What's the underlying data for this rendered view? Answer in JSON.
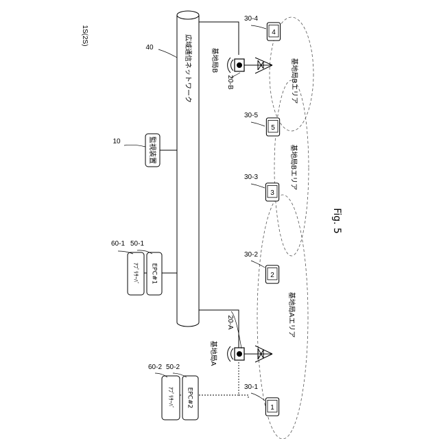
{
  "system_label": "1S(2S)",
  "figure_caption": "Fig. 5",
  "network": {
    "ref": "40",
    "label": "広域通信ネットワーク"
  },
  "monitor": {
    "ref": "10",
    "label": "監視装置"
  },
  "epc1": {
    "ref": "50-1",
    "label": "EPC#1"
  },
  "app_server1": {
    "ref": "60-1",
    "label": "ｱﾌﾟﾘｻｰﾊﾞ"
  },
  "epc2": {
    "ref": "50-2",
    "label": "EPC#2"
  },
  "app_server2": {
    "ref": "60-2",
    "label": "ｱﾌﾟﾘｻｰﾊﾞ"
  },
  "base_station_a": {
    "ref": "20-A",
    "label": "基地局A"
  },
  "base_station_b": {
    "ref": "20-B",
    "label": "基地局B"
  },
  "areas": [
    {
      "label": "基地局Aエリア"
    },
    {
      "label": "基地局Bエリア"
    },
    {
      "label": "基地局Bエリア"
    }
  ],
  "terminals": [
    {
      "ref": "30-1",
      "num": "1"
    },
    {
      "ref": "30-2",
      "num": "2"
    },
    {
      "ref": "30-3",
      "num": "3"
    },
    {
      "ref": "30-4",
      "num": "4"
    },
    {
      "ref": "30-5",
      "num": "5"
    }
  ]
}
